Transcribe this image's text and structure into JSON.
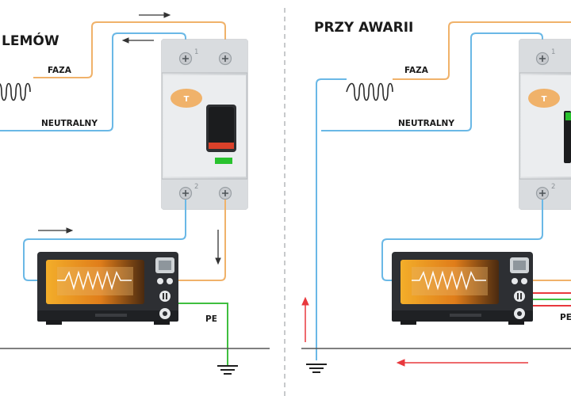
{
  "left_panel": {
    "title": "LEMÓW",
    "phase_label": "FAZA",
    "neutral_label": "NEUTRALNY",
    "pe_label": "PE",
    "terminal_top_left": "1",
    "terminal_bottom_left": "2",
    "test_button": "T"
  },
  "right_panel": {
    "title": "PRZY AWARII",
    "phase_label": "FAZA",
    "neutral_label": "NEUTRALNY",
    "pe_label": "PE",
    "terminal_top_left": "1",
    "terminal_bottom_left": "2",
    "test_button": "T"
  },
  "colors": {
    "phase_wire": "#f0b26a",
    "neutral_wire": "#6ab8e6",
    "pe_wire": "#3fbf3f",
    "fault_current": "#e8383d",
    "lever_indicator": "#29c22e"
  },
  "icons": [
    "coil-icon",
    "rcd-breaker-icon",
    "microwave-icon",
    "ground-icon",
    "flow-arrow-icon"
  ]
}
